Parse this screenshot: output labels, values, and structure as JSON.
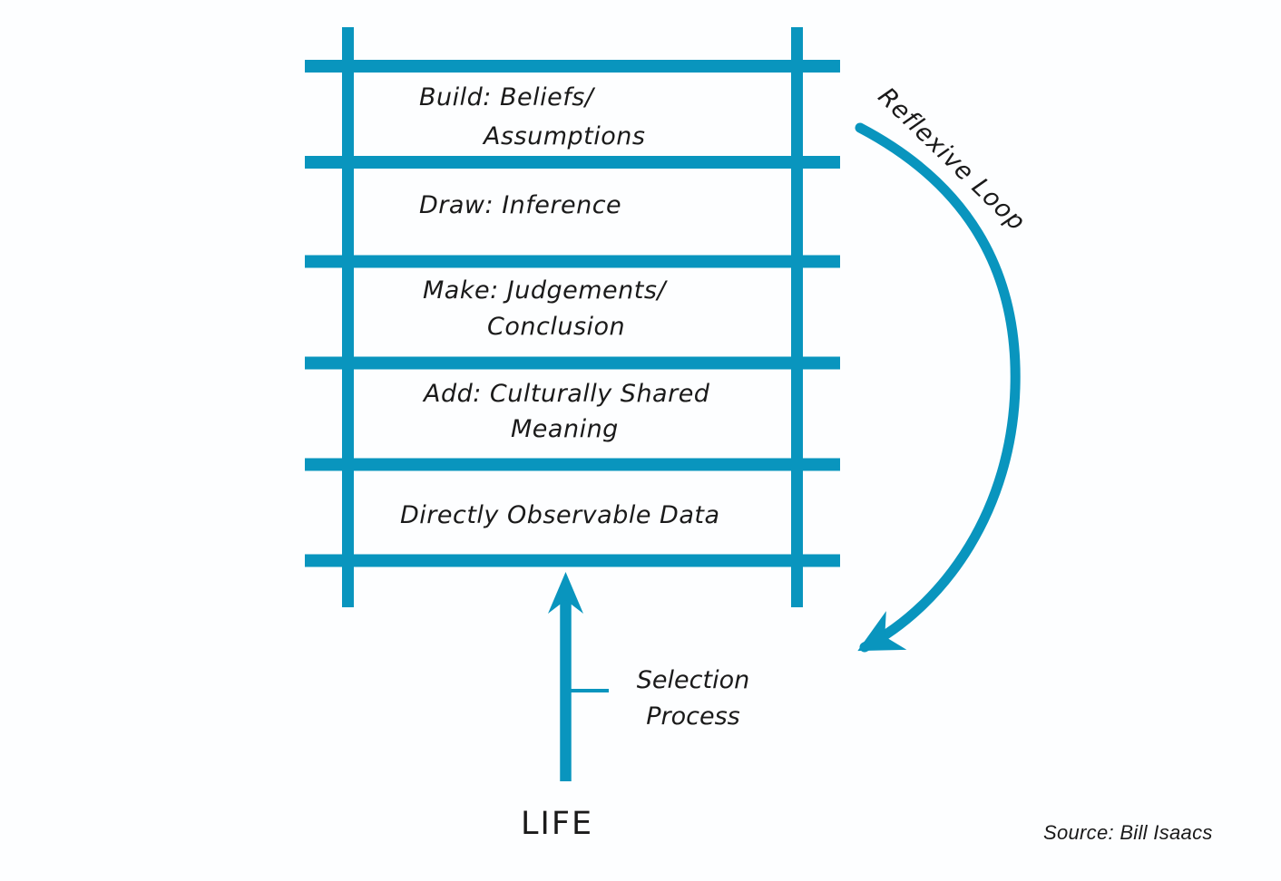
{
  "colors": {
    "accent": "#0995BE",
    "text": "#1A1A1A",
    "background": "#FDFEFF"
  },
  "diagram": {
    "type": "ladder-of-inference",
    "ladder": {
      "rungs": [
        {
          "label_line1": "Build: Beliefs/",
          "label_line2": "Assumptions"
        },
        {
          "label_line1": "Draw: Inference",
          "label_line2": ""
        },
        {
          "label_line1": "Make: Judgements/",
          "label_line2": "Conclusion"
        },
        {
          "label_line1": "Add: Culturally Shared",
          "label_line2": "Meaning"
        },
        {
          "label_line1": "Directly Observable Data",
          "label_line2": ""
        }
      ]
    },
    "annotations": {
      "reflexive_loop": "Reflexive Loop",
      "selection_line1": "Selection",
      "selection_line2": "Process",
      "life": "LIFE",
      "source": "Source: Bill Isaacs"
    }
  }
}
